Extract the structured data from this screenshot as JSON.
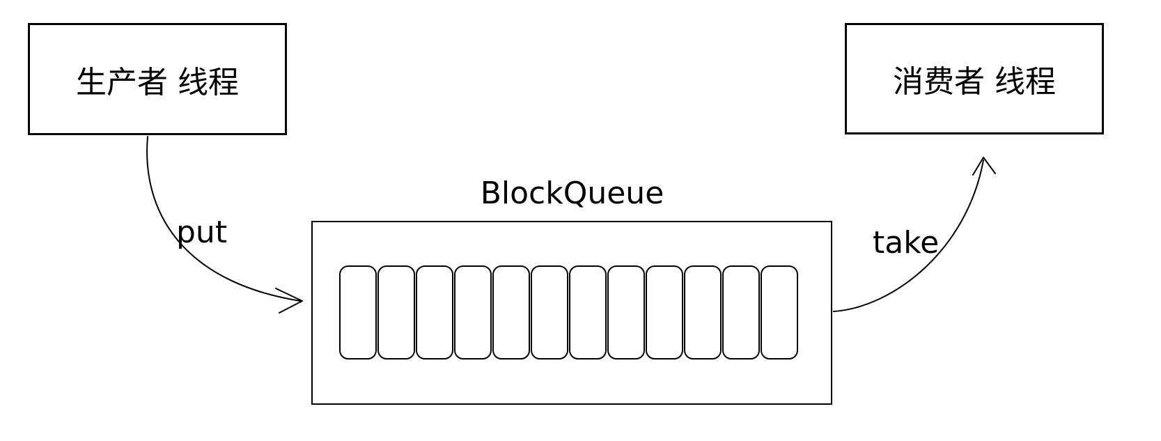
{
  "diagram": {
    "producer": {
      "label": "生产者 线程"
    },
    "consumer": {
      "label": "消费者 线程"
    },
    "queue": {
      "title": "BlockQueue",
      "slot_count": 12
    },
    "put": {
      "label": "put"
    },
    "take": {
      "label": "take"
    }
  },
  "colors": {
    "background": "#ffffff",
    "line": "#000000",
    "text": "#000000"
  }
}
